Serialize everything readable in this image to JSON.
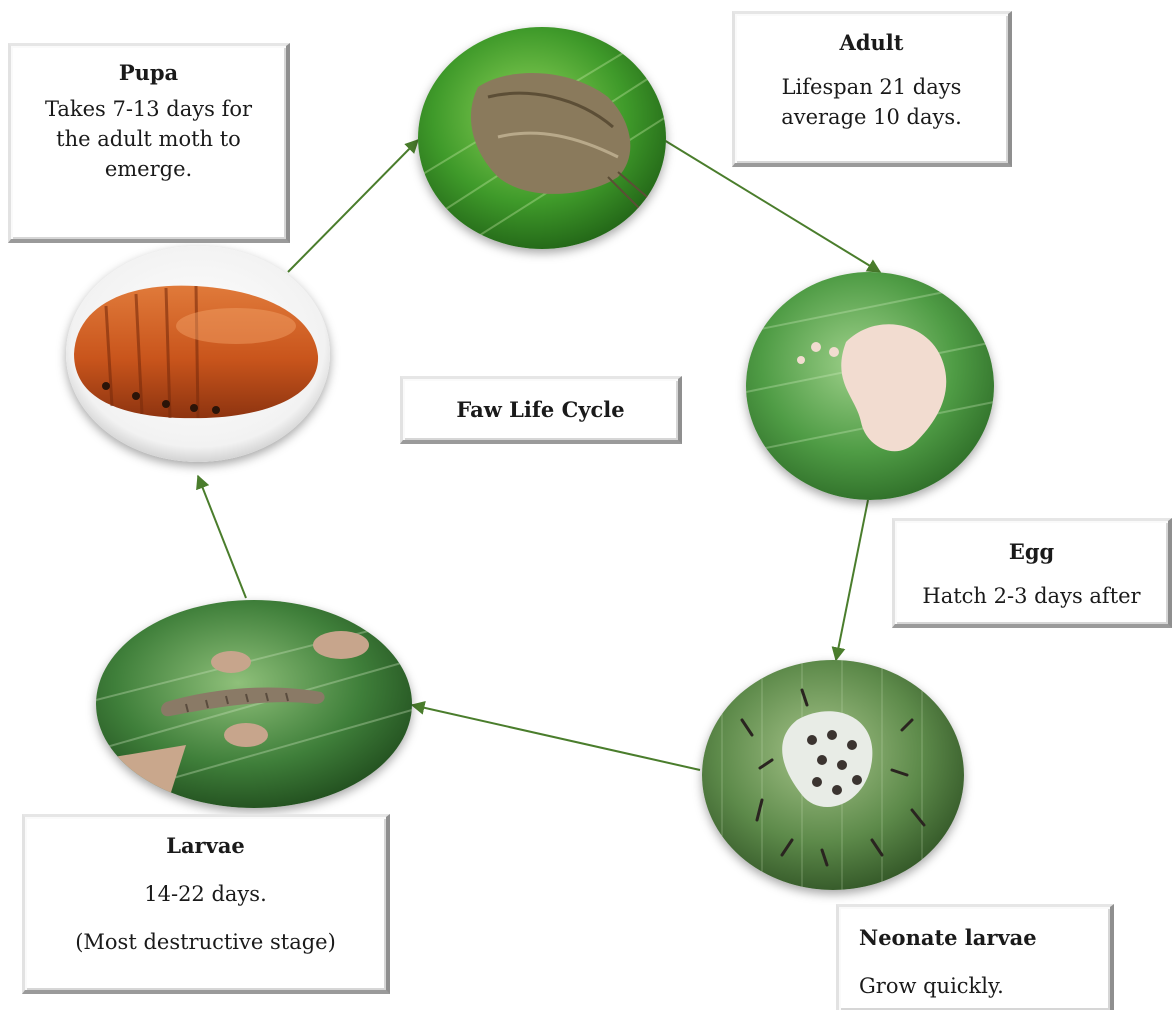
{
  "diagram_title": "Faw Life Cycle",
  "stages": {
    "pupa": {
      "title": "Pupa",
      "lines": [
        "Takes 7-13 days for",
        "the adult moth to",
        "emerge."
      ]
    },
    "adult": {
      "title": "Adult",
      "lines": [
        "Lifespan 21 days",
        "average 10 days."
      ]
    },
    "egg": {
      "title": "Egg",
      "lines": [
        "Hatch 2-3 days after"
      ]
    },
    "neonate": {
      "title": "Neonate larvae",
      "lines": [
        "Grow quickly."
      ]
    },
    "larvae": {
      "title": "Larvae",
      "lines": [
        "14-22 days.",
        "(Most destructive stage)"
      ]
    }
  },
  "colors": {
    "arrow": "#4a7d2c",
    "leaf": "#3f8f2f",
    "pupa": "#c9551c"
  }
}
